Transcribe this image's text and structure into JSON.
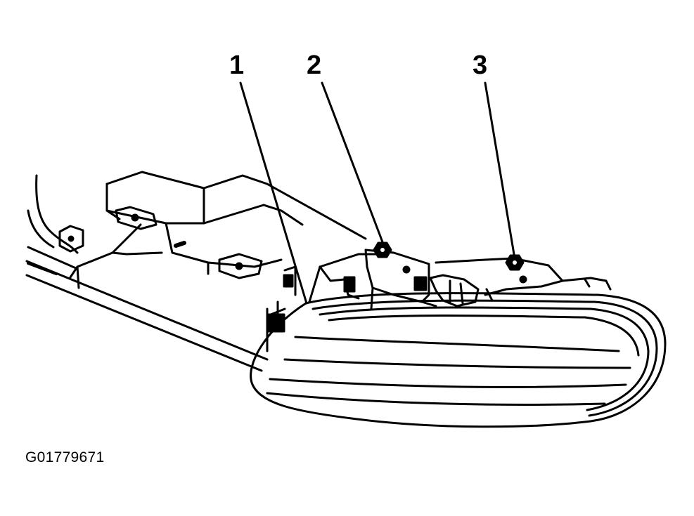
{
  "figure": {
    "id": "G01779671",
    "callouts": [
      {
        "number": "1"
      },
      {
        "number": "2"
      },
      {
        "number": "3"
      }
    ]
  },
  "colors": {
    "line": "#000000",
    "background": "#ffffff"
  }
}
